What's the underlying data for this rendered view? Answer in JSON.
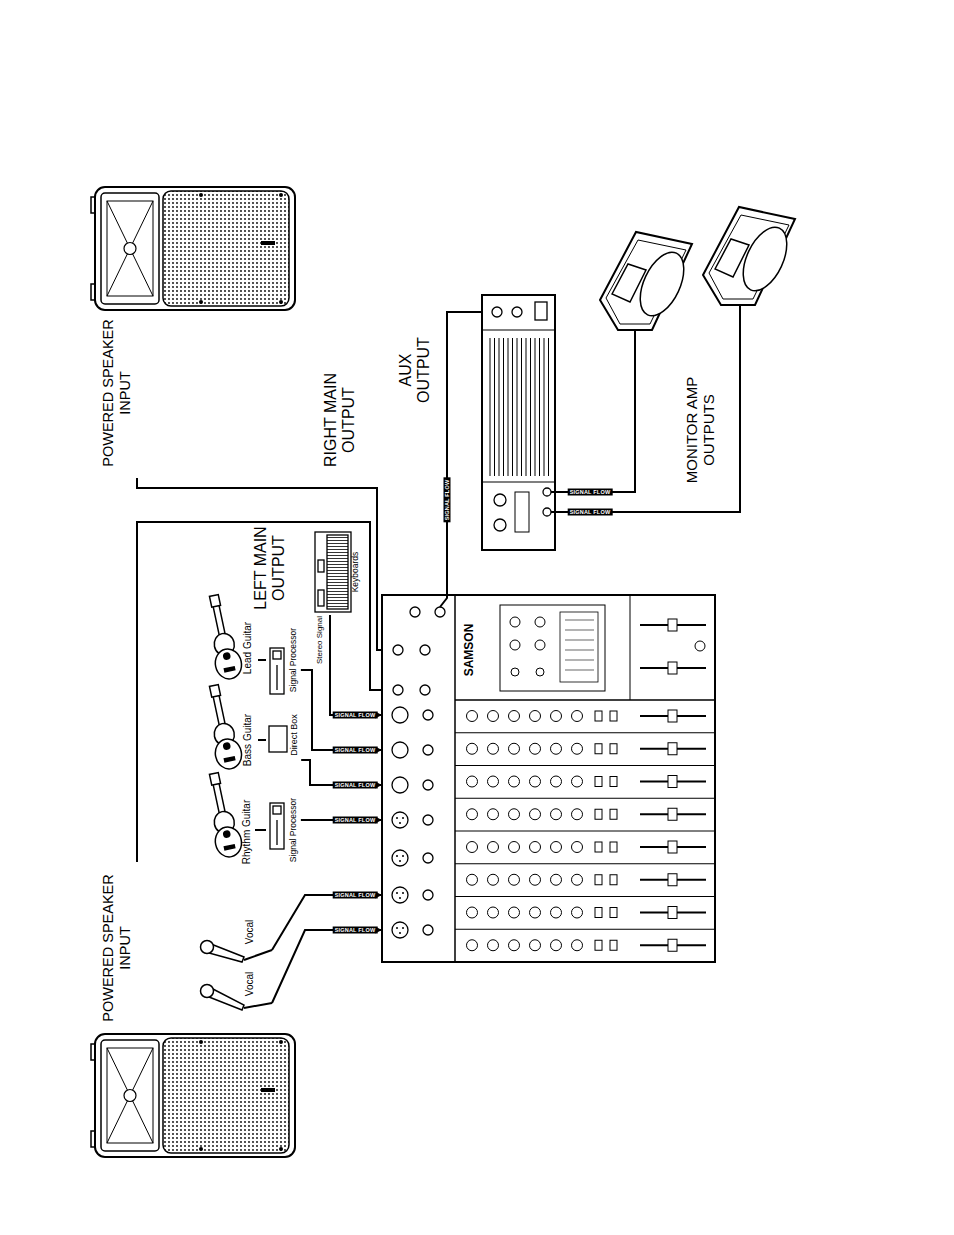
{
  "diagram": {
    "nodes": [
      {
        "text": [
          "Vocal"
        ]
      },
      {
        "text": [
          "Vocal"
        ]
      },
      {
        "text": [
          "Rhythm Guitar"
        ]
      },
      {
        "text": [
          "Signal Processor"
        ]
      },
      {
        "text": [
          "Bass Guitar"
        ]
      },
      {
        "text": [
          "Direct Box"
        ]
      },
      {
        "text": [
          "Lead Guitar"
        ]
      },
      {
        "text": [
          "Signal Processor"
        ]
      },
      {
        "text": [
          "Keyboards"
        ]
      },
      {
        "text": [
          "SAMSON"
        ]
      },
      {
        "text": [
          "POWERED SPEAKER INPUT"
        ]
      },
      {
        "text": [
          "POWERED SPEAKER INPUT"
        ]
      }
    ],
    "edges": [
      {
        "from": 0,
        "to": 9,
        "arrow": "to",
        "label": "SIGNAL FLOW"
      },
      {
        "from": 1,
        "to": 9,
        "arrow": "to",
        "label": "SIGNAL FLOW"
      },
      {
        "from": 2,
        "to": 3,
        "arrow": "none"
      },
      {
        "from": 3,
        "to": 9,
        "arrow": "to",
        "label": "SIGNAL FLOW"
      },
      {
        "from": 4,
        "to": 5,
        "arrow": "none"
      },
      {
        "from": 5,
        "to": 9,
        "arrow": "to",
        "label": "SIGNAL FLOW"
      },
      {
        "from": 6,
        "to": 7,
        "arrow": "none"
      },
      {
        "from": 7,
        "to": 9,
        "arrow": "to",
        "label": "SIGNAL FLOW"
      },
      {
        "from": 8,
        "to": 9,
        "arrow": "to",
        "label": "SIGNAL FLOW"
      },
      {
        "from": 9,
        "to": 10,
        "arrow": "none"
      },
      {
        "from": 9,
        "to": 11,
        "arrow": "none"
      }
    ],
    "labels": [
      "LEFT MAIN OUTPUT",
      "Stereo Signal",
      "RIGHT MAIN OUTPUT",
      "AUX OUTPUT",
      "SIGNAL FLOW",
      "MONITOR AMP OUTPUTS",
      "SIGNAL FLOW",
      "SIGNAL FLOW"
    ]
  }
}
